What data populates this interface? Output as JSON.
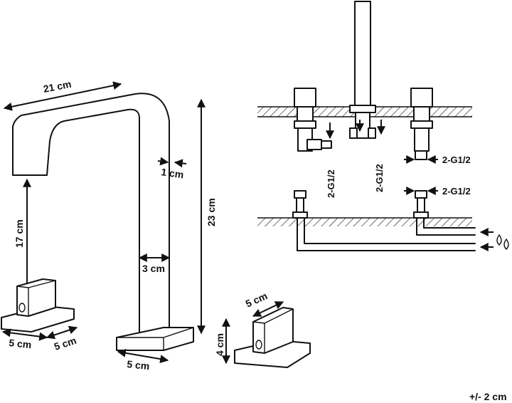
{
  "dimensions": {
    "spout_reach": "21 cm",
    "spout_thickness": "1 cm",
    "total_height": "23 cm",
    "spout_clearance": "17 cm",
    "column_width": "3 cm",
    "base_width": "5 cm",
    "handle_base_width": "5 cm",
    "handle_base_depth": "5 cm",
    "handle_top_width": "5 cm",
    "handle_height": "4 cm"
  },
  "installation": {
    "connection_left": "2-G1/2",
    "connection_center": "2-G1/2",
    "connection_right": "2-G1/2",
    "connection_lower": "2-G1/2"
  },
  "tolerance": "+/- 2 cm"
}
